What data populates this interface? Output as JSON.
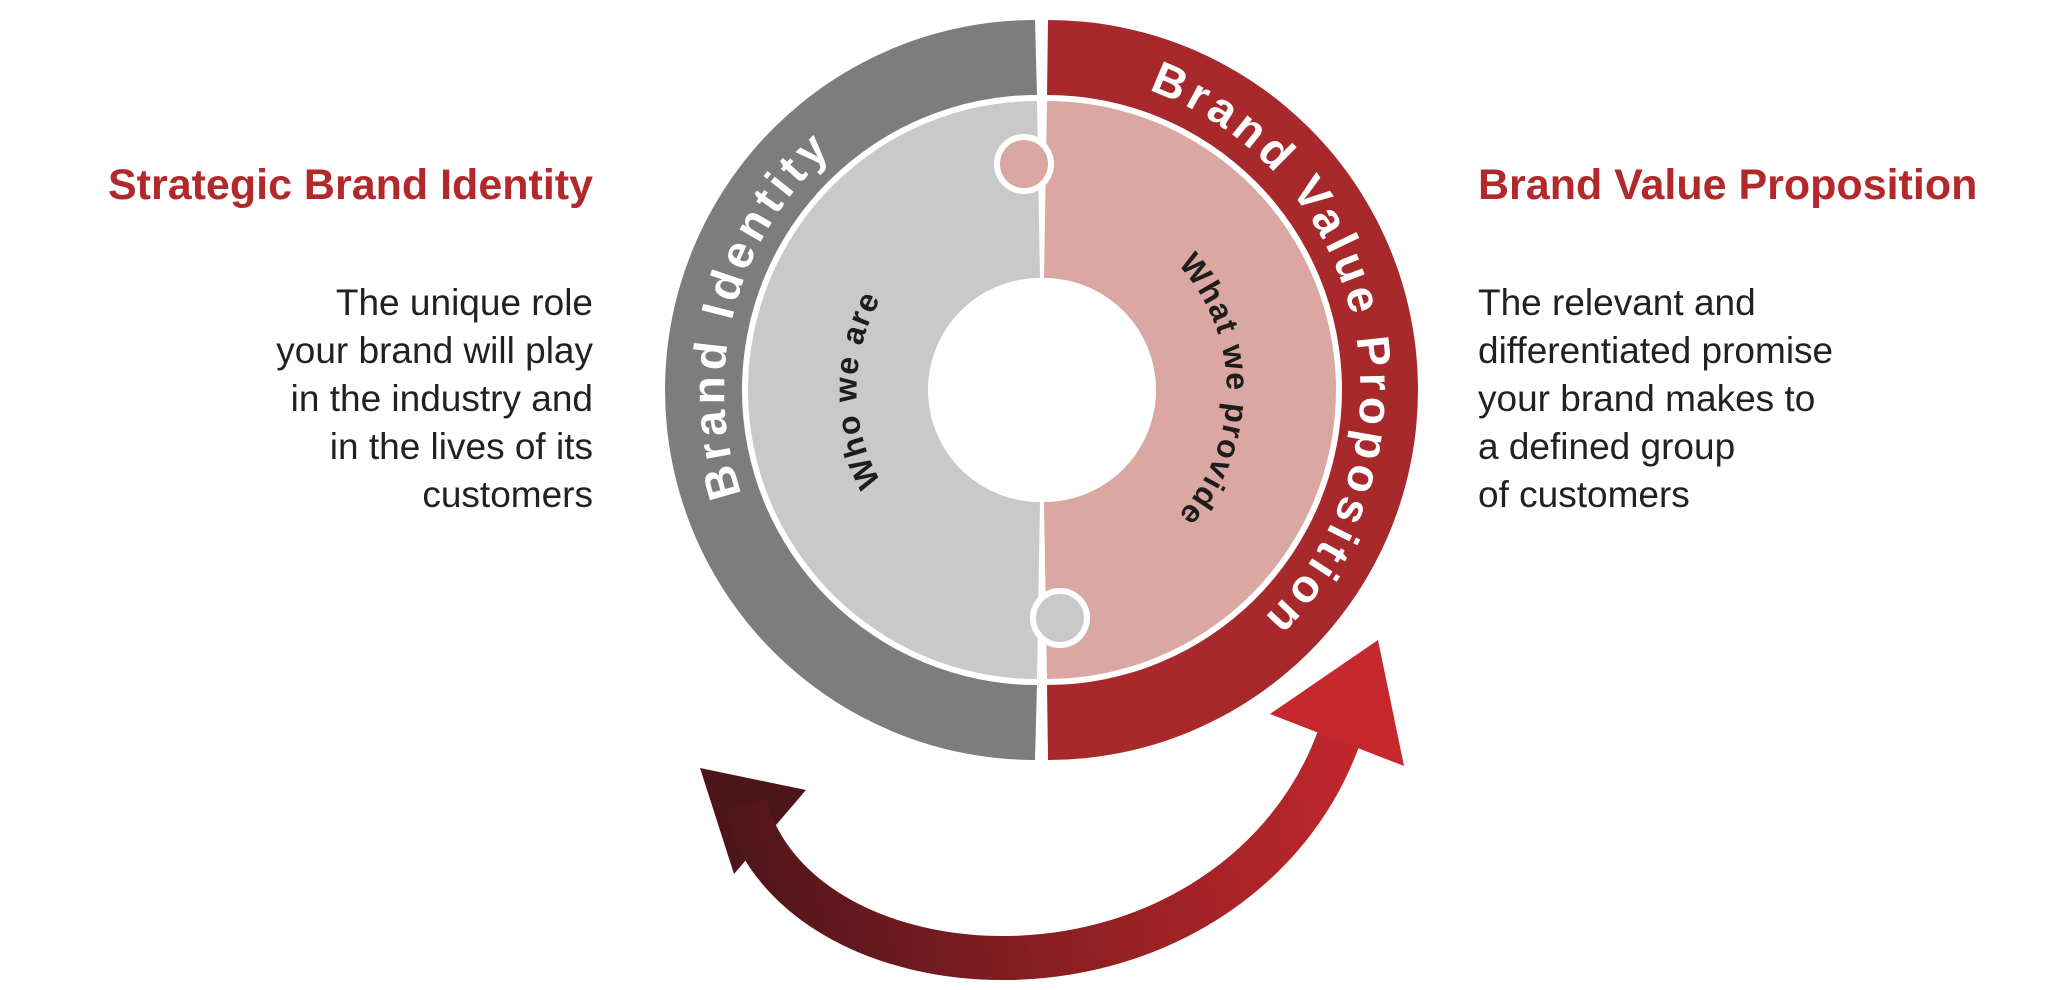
{
  "left_panel": {
    "heading": "Strategic Brand Identity",
    "body_lines": [
      "The unique role",
      "your brand will play",
      "in the industry and",
      "in the lives of its",
      "customers"
    ]
  },
  "right_panel": {
    "heading": "Brand Value Proposition",
    "body_lines": [
      "The relevant and",
      "differentiated promise",
      "your brand makes to",
      "a defined group",
      "of customers"
    ]
  },
  "wheel": {
    "outer_left_label": "Brand Identity",
    "outer_right_label": "Brand Value Proposition",
    "inner_left_label": "Who we are",
    "inner_right_label": "What we provide"
  },
  "colors": {
    "background": "#FFFFFF",
    "heading": "#B2292C",
    "body_text": "#242021",
    "outer_left": "#7D7D7D",
    "outer_right": "#A8292B",
    "inner_left": "#C9C9C9",
    "inner_right": "#DBA7A2",
    "ring_label": "#FFFFFF",
    "core_label": "#1D1D1B",
    "arrow_start": "#4C151A",
    "arrow_mid": "#901F23",
    "arrow_end": "#C5282D"
  }
}
